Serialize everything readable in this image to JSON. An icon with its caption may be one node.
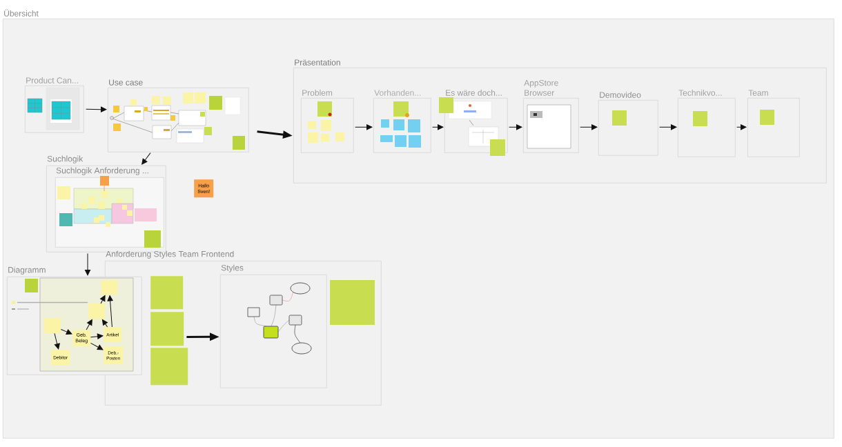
{
  "diagram": {
    "nodes": [
      {
        "text": [
          "Übersicht"
        ]
      },
      {
        "text": [
          "Product Can..."
        ],
        "in": 0
      },
      {
        "text": [
          "Use case"
        ],
        "in": 0
      },
      {
        "text": [
          "Suchlogik"
        ],
        "in": 0
      },
      {
        "text": [
          "Suchlogik Anforderung ..."
        ],
        "in": 3
      },
      {
        "text": [
          "Hallo Sven!"
        ],
        "in": 0
      },
      {
        "text": [
          "Diagramm"
        ],
        "in": 0
      },
      {
        "text": [
          "Anforderung Styles Team Frontend"
        ],
        "in": 0
      },
      {
        "text": [
          "Styles"
        ],
        "in": 7
      },
      {
        "text": [
          "Präsentation"
        ],
        "in": 0
      },
      {
        "text": [
          "Problem"
        ],
        "in": 9
      },
      {
        "text": [
          "Vorhanden..."
        ],
        "in": 9
      },
      {
        "text": [
          "Es wäre doch..."
        ],
        "in": 9
      },
      {
        "text": [
          "AppStore Browser"
        ],
        "in": 9
      },
      {
        "text": [
          "Demovideo"
        ],
        "in": 9
      },
      {
        "text": [
          "Technikvo..."
        ],
        "in": 9
      },
      {
        "text": [
          "Team"
        ],
        "in": 9
      },
      {
        "text": [],
        "shape": "box",
        "in": 6
      },
      {
        "text": [],
        "shape": "box",
        "in": 6
      },
      {
        "text": [],
        "shape": "box",
        "in": 6
      },
      {
        "text": [
          "Geb. Beleg"
        ],
        "in": 6
      },
      {
        "text": [
          "Artikel"
        ]
      },
      {
        "text": [
          "Debitor"
        ],
        "in": 6
      },
      {
        "text": [
          "Deb.-Posten"
        ]
      },
      {
        "text": [],
        "shape": "box",
        "in": 7
      },
      {
        "text": [],
        "shape": "box",
        "in": 7
      },
      {
        "text": [],
        "shape": "box",
        "in": 7
      }
    ],
    "edges": [
      {
        "from": 1,
        "to": 2,
        "arrow": "to"
      },
      {
        "from": 2,
        "to": 9,
        "arrow": "to",
        "style": "thick"
      },
      {
        "from": 2,
        "to": 3,
        "arrow": "to"
      },
      {
        "from": 3,
        "to": 6,
        "arrow": "to"
      },
      {
        "from": 10,
        "to": 11,
        "arrow": "to"
      },
      {
        "from": 11,
        "to": 12,
        "arrow": "to"
      },
      {
        "from": 12,
        "to": 13,
        "arrow": "to"
      },
      {
        "from": 13,
        "to": 14,
        "arrow": "to"
      },
      {
        "from": 14,
        "to": 15,
        "arrow": "to"
      },
      {
        "from": 15,
        "to": 16,
        "arrow": "to"
      },
      {
        "from": 25,
        "to": 8,
        "arrow": "to",
        "style": "thick"
      },
      {
        "from": 19,
        "to": 20,
        "arrow": "to"
      },
      {
        "from": 19,
        "to": 22,
        "arrow": "to"
      },
      {
        "from": 20,
        "to": 18,
        "arrow": "to"
      },
      {
        "from": 20,
        "to": 21,
        "arrow": "to"
      },
      {
        "from": 20,
        "to": 23,
        "arrow": "to"
      },
      {
        "from": 18,
        "to": 17,
        "arrow": "to"
      },
      {
        "from": 21,
        "to": 18,
        "arrow": "to"
      },
      {
        "from": 21,
        "to": 17,
        "arrow": "to"
      }
    ]
  }
}
